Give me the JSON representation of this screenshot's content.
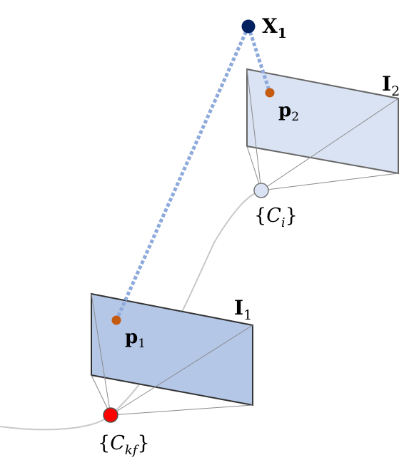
{
  "colors": {
    "trajectory": "#c8c8c8",
    "frustum_line": "#888888",
    "image1_fill": "#b4c7e7",
    "image2_fill": "#dae3f3",
    "plane_border": "#555555",
    "ray": "#8eaadb",
    "point3d": "#002060",
    "projection_point": "#c55a11",
    "keyframe_center": "#ff0000",
    "current_center": "#dae3f3"
  },
  "labels": {
    "point3d": {
      "main": "X",
      "sub": "1"
    },
    "image1": {
      "main": "I",
      "sub": "1"
    },
    "image2": {
      "main": "I",
      "sub": "2"
    },
    "proj1": {
      "main": "p",
      "sub": "1"
    },
    "proj2": {
      "main": "p",
      "sub": "2"
    },
    "current_camera": {
      "open": "{",
      "main": "C",
      "sub": "i",
      "close": "}"
    },
    "keyframe_camera": {
      "open": "{",
      "main": "C",
      "sub": "kf",
      "close": "}"
    }
  }
}
